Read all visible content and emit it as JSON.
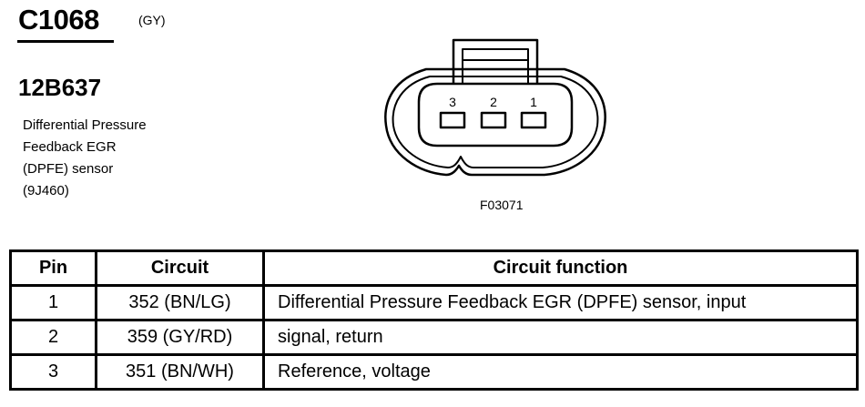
{
  "connector": {
    "id": "C1068",
    "color": "(GY)",
    "part_number": "12B637"
  },
  "component": {
    "lines": [
      "Differential Pressure",
      "Feedback EGR",
      "(DPFE) sensor",
      "(9J460)"
    ]
  },
  "diagram": {
    "pin_labels": [
      "3",
      "2",
      "1"
    ],
    "figure_code": "F03071"
  },
  "table": {
    "headers": [
      "Pin",
      "Circuit",
      "Circuit function"
    ],
    "rows": [
      {
        "pin": "1",
        "circuit": "352 (BN/LG)",
        "function": "Differential Pressure Feedback EGR (DPFE) sensor, input"
      },
      {
        "pin": "2",
        "circuit": "359 (GY/RD)",
        "function": "signal, return"
      },
      {
        "pin": "3",
        "circuit": "351 (BN/WH)",
        "function": "Reference, voltage"
      }
    ]
  }
}
